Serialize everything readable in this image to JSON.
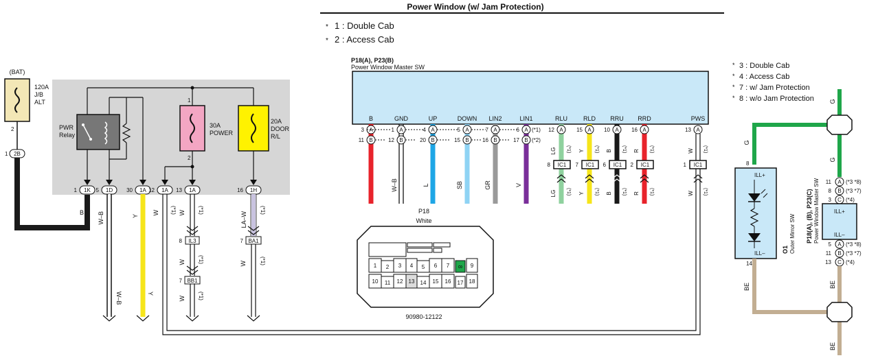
{
  "title": "Power Window (w/ Jam Protection)",
  "notes_top": [
    "1 : Double Cab",
    "2 : Access Cab"
  ],
  "notes_right": [
    "3 : Double Cab",
    "4 : Access Cab",
    "7 : w/ Jam Protection",
    "8 : w/o Jam Protection"
  ],
  "note_mark": "*",
  "bat": "(BAT)",
  "fuse120": {
    "pin": "2",
    "l1": "120A",
    "l2": "J/B",
    "l3": "ALT"
  },
  "conn_1_2b": {
    "pin": "1",
    "label": "2B"
  },
  "relay": {
    "l1": "PWR",
    "l2": "Relay"
  },
  "fuse30": {
    "pin_top": "1",
    "pin_bottom": "2",
    "l1": "30A",
    "l2": "POWER"
  },
  "fuse20": {
    "l1": "20A",
    "l2": "DOOR",
    "l3": "R/L"
  },
  "jb_pins": [
    {
      "num": "1",
      "label": "1K"
    },
    {
      "num": "5",
      "label": "1D"
    },
    {
      "num": "30",
      "label": "1A"
    },
    {
      "num": "12",
      "label": "1A"
    },
    {
      "num": "13",
      "label": "1A"
    },
    {
      "num": "16",
      "label": "1H"
    }
  ],
  "left_wires": {
    "b": "B",
    "wb": "W–B",
    "wb_low": "W–B",
    "y": "Y",
    "y_low": "Y",
    "w": "W",
    "w1": "W",
    "w2": "W",
    "w3": "W",
    "law": "LA–W",
    "w4": "W",
    "star1": "(*1)"
  },
  "inline_conns": {
    "il3": {
      "pin": "8",
      "label": "IL3"
    },
    "bb1": {
      "pin": "7",
      "label": "BB1"
    },
    "ba1": {
      "pin": "7",
      "label": "BA1"
    }
  },
  "master": {
    "id": "P18(A), P23(B)",
    "name": "Power Window Master SW"
  },
  "master_terms": [
    {
      "name": "B",
      "a_pin": "3",
      "a": "A",
      "b_pin": "11",
      "b": "B",
      "wire": "",
      "suffix_a": "",
      "suffix_b": ""
    },
    {
      "name": "GND",
      "a_pin": "1",
      "a": "A",
      "b_pin": "12",
      "b": "B",
      "wire": "W–B",
      "suffix_a": "",
      "suffix_b": ""
    },
    {
      "name": "UP",
      "a_pin": "4",
      "a": "A",
      "b_pin": "20",
      "b": "B",
      "wire": "L",
      "suffix_a": "",
      "suffix_b": ""
    },
    {
      "name": "DOWN",
      "a_pin": "5",
      "a": "A",
      "b_pin": "15",
      "b": "B",
      "wire": "SB",
      "suffix_a": "",
      "suffix_b": ""
    },
    {
      "name": "LIN2",
      "a_pin": "7",
      "a": "A",
      "b_pin": "16",
      "b": "B",
      "wire": "GR",
      "suffix_a": "",
      "suffix_b": ""
    },
    {
      "name": "LIN1",
      "a_pin": "6",
      "a": "A",
      "b_pin": "17",
      "b": "B",
      "wire": "V",
      "suffix_a": "(*1)",
      "suffix_b": "(*2)"
    }
  ],
  "master_terms_r": [
    {
      "name": "RLU",
      "pin": "12",
      "a": "A",
      "wire": "LG",
      "ic_pin": "8",
      "ic": "IC1"
    },
    {
      "name": "RLD",
      "pin": "15",
      "a": "A",
      "wire": "Y",
      "ic_pin": "7",
      "ic": "IC1"
    },
    {
      "name": "RRU",
      "pin": "10",
      "a": "A",
      "wire": "B",
      "ic_pin": "6",
      "ic": "IC1"
    },
    {
      "name": "RRD",
      "pin": "16",
      "a": "A",
      "wire": "R",
      "ic_pin": "2",
      "ic": "IC1"
    },
    {
      "name": "PWS",
      "pin": "13",
      "a": "A",
      "wire": "W",
      "ic_pin": "1",
      "ic": "IC1"
    }
  ],
  "p18": {
    "label": "P18",
    "color": "White",
    "part": "90980-12122",
    "pins_row1": [
      "1",
      "2",
      "3",
      "4",
      "5",
      "6",
      "7",
      "8",
      "9"
    ],
    "pins_row2": [
      "10",
      "11",
      "12",
      "13",
      "14",
      "15",
      "16",
      "17",
      "18"
    ]
  },
  "mirror": {
    "pin_top": "8",
    "ill_plus": "ILL+",
    "ill_minus": "ILL–",
    "pin_bottom": "14",
    "id": "O1",
    "name": "Outer Mirror SW"
  },
  "right_sw": {
    "id": "P18(A), (B), P23(C)",
    "name": "Power Window Master SW",
    "ill_plus": "ILL+",
    "ill_minus": "ILL–",
    "top_pins": [
      {
        "num": "11",
        "c": "A",
        "s": "(*3 *8)"
      },
      {
        "num": "8",
        "c": "B",
        "s": "(*3 *7)"
      },
      {
        "num": "3",
        "c": "C",
        "s": "(*4)"
      }
    ],
    "bot_pins": [
      {
        "num": "5",
        "c": "A",
        "s": "(*3 *8)"
      },
      {
        "num": "11",
        "c": "B",
        "s": "(*3 *7)"
      },
      {
        "num": "13",
        "c": "C",
        "s": "(*4)"
      }
    ]
  },
  "right_wires": {
    "g1": "G",
    "g2": "G",
    "g3": "G",
    "be1": "BE",
    "be2": "BE",
    "be3": "BE"
  },
  "colors": {
    "red": "#e8232b",
    "blue": "#1ea6e6",
    "skyblue": "#8fd3f4",
    "gray": "#9a9a9a",
    "violet": "#7a2f9a",
    "lightgreen": "#8fd19e",
    "yellow": "#f6e51a",
    "black": "#1a1a1a",
    "green": "#1fa64a",
    "tan": "#c2ae92",
    "module": "#c9e8f8",
    "jb": "#d6d6d6",
    "fuse_pink": "#f3a6c3",
    "fuse_yellow": "#fff200",
    "fuse_tan": "#f3e7b6",
    "lavender": "#c9c3e0"
  }
}
